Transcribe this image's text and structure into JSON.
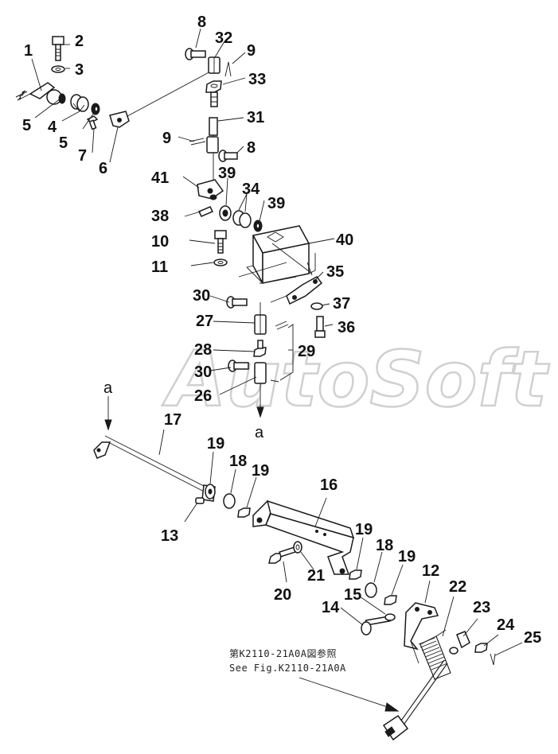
{
  "watermark": "AutoSoft",
  "callouts": {
    "c1": "1",
    "c2": "2",
    "c3": "3",
    "c4": "4",
    "c5a": "5",
    "c5b": "5",
    "c6": "6",
    "c7": "7",
    "c8a": "8",
    "c8b": "8",
    "c9a": "9",
    "c9b": "9",
    "c10": "10",
    "c11": "11",
    "c12": "12",
    "c13": "13",
    "c14": "14",
    "c15": "15",
    "c16": "16",
    "c17": "17",
    "c18a": "18",
    "c18b": "18",
    "c19a": "19",
    "c19b": "19",
    "c19c": "19",
    "c19d": "19",
    "c20": "20",
    "c21": "21",
    "c22": "22",
    "c23": "23",
    "c24": "24",
    "c25": "25",
    "c26": "26",
    "c27": "27",
    "c28": "28",
    "c29": "29",
    "c30a": "30",
    "c30b": "30",
    "c31": "31",
    "c32": "32",
    "c33": "33",
    "c34": "34",
    "c35": "35",
    "c36": "36",
    "c37": "37",
    "c38": "38",
    "c39a": "39",
    "c39b": "39",
    "c40": "40",
    "c41": "41"
  },
  "letters": {
    "a_top": "a",
    "a_mid": "a"
  },
  "reference": {
    "jp": "第K2110-21A0A図参照",
    "en": "See Fig.K2110-21A0A"
  }
}
